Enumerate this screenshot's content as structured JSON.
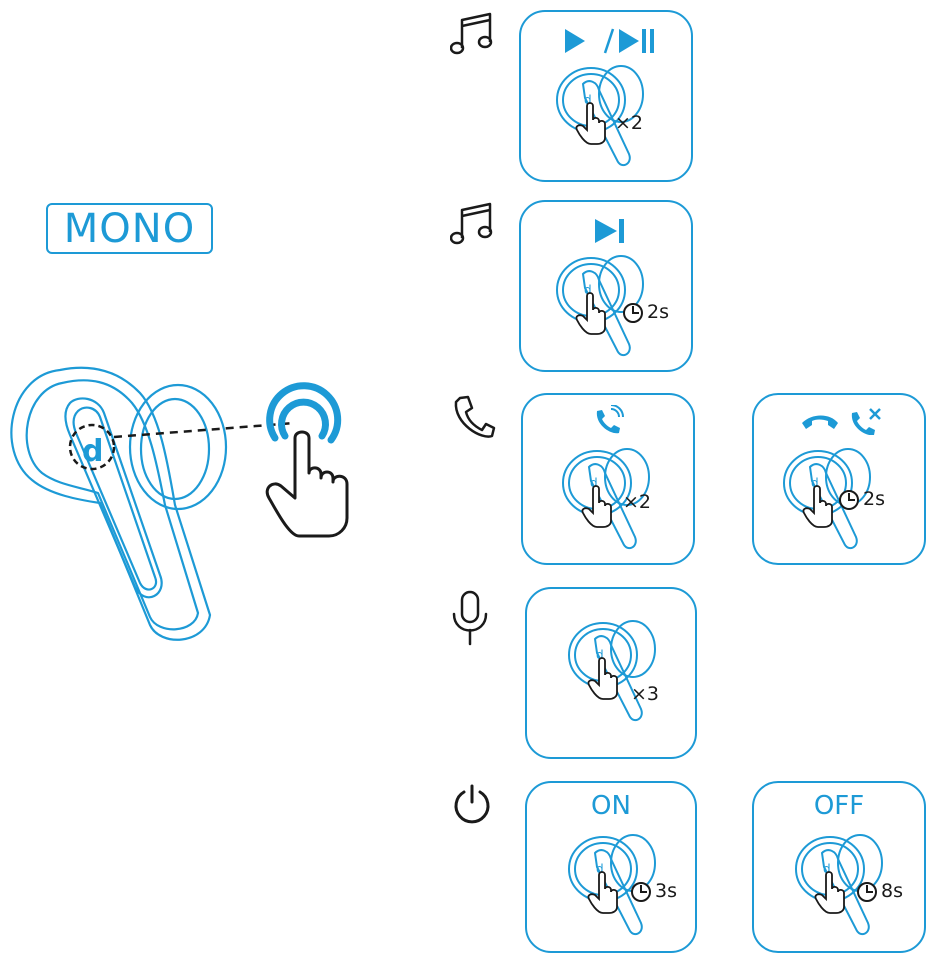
{
  "mode_label": "MONO",
  "colors": {
    "accent": "#1d9ad6",
    "ink": "#1a1a1a"
  },
  "rows": [
    {
      "category_icon": "music-note-icon",
      "cards": [
        {
          "symbol": "play / play-pause",
          "indicator": "×2"
        }
      ]
    },
    {
      "category_icon": "music-note-icon",
      "cards": [
        {
          "symbol": "next-track",
          "indicator": "2s"
        }
      ]
    },
    {
      "category_icon": "phone-icon",
      "cards": [
        {
          "symbol": "answer-call",
          "indicator": "×2"
        },
        {
          "symbol": "hang-up / reject-call",
          "indicator": "2s"
        }
      ]
    },
    {
      "category_icon": "microphone-icon",
      "cards": [
        {
          "symbol": "",
          "indicator": "×3"
        }
      ]
    },
    {
      "category_icon": "power-icon",
      "cards": [
        {
          "title": "ON",
          "indicator": "3s"
        },
        {
          "title": "OFF",
          "indicator": "8s"
        }
      ]
    }
  ]
}
